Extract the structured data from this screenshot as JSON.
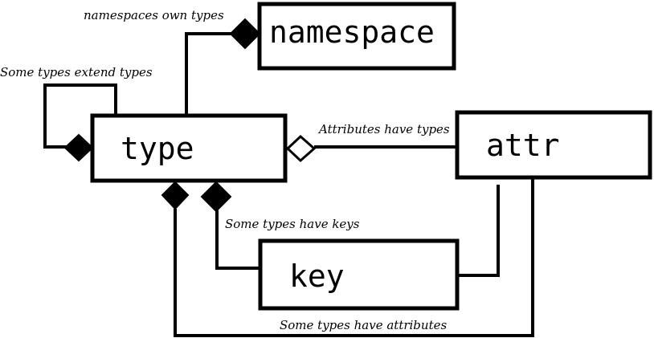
{
  "entities": {
    "namespace": "namespace",
    "type": "type",
    "attr": "attr",
    "key": "key"
  },
  "relationships": {
    "namespace_owns_types": "namespaces own types",
    "type_extends": "Some types extend types",
    "attribute_type": "Attributes have types",
    "type_keys": "Some types have keys",
    "type_attributes": "Some types have attributes"
  },
  "colors": {
    "line": "#000000",
    "background": "#ffffff"
  }
}
